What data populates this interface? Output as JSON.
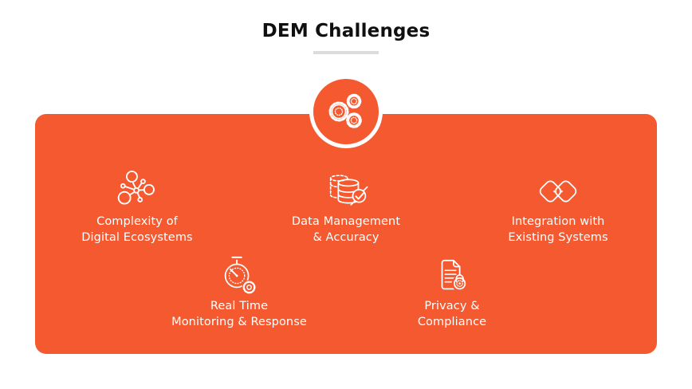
{
  "title": "DEM Challenges",
  "colors": {
    "accent": "#F5592F",
    "panel_text": "#FFFFFF",
    "title_text": "#101010",
    "underline": "#DCDCDC",
    "background": "#FFFFFF"
  },
  "badge": {
    "icon": "gears-icon"
  },
  "items": [
    {
      "icon": "network-nodes-icon",
      "lines": [
        "Complexity of",
        "Digital Ecosystems"
      ]
    },
    {
      "icon": "database-check-icon",
      "lines": [
        "Data Management",
        "& Accuracy"
      ]
    },
    {
      "icon": "overlapping-squares-icon",
      "lines": [
        "Integration with",
        "Existing Systems"
      ]
    },
    {
      "icon": "stopwatch-gear-icon",
      "lines": [
        "Real Time",
        "Monitoring & Response"
      ]
    },
    {
      "icon": "document-lock-icon",
      "lines": [
        "Privacy &",
        "Compliance"
      ]
    }
  ]
}
